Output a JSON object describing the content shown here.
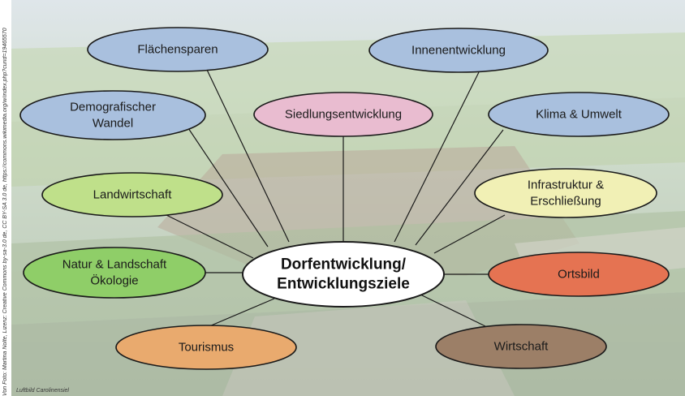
{
  "photo_credit": "Von Foto: Martina Nolte, Lizenz: Creative Commons by-sa-3.0 de, CC BY-SA 3.0 de, https://commons.wikimedia.org/w/index.php?curid=19465570",
  "image_caption": "Luftbild Carolinensiel",
  "center": {
    "lines": [
      "Dorfentwicklung/",
      "Entwicklungsziele"
    ]
  },
  "nodes": [
    {
      "id": "flaechensparen",
      "lines": [
        "Flächensparen"
      ],
      "color": "#a9c0de"
    },
    {
      "id": "innenentwicklung",
      "lines": [
        "Innenentwicklung"
      ],
      "color": "#a9c0de"
    },
    {
      "id": "demografischer-wandel",
      "lines": [
        "Demografischer",
        "Wandel"
      ],
      "color": "#a9c0de"
    },
    {
      "id": "siedlungsentwicklung",
      "lines": [
        "Siedlungsentwicklung"
      ],
      "color": "#e9bcd0"
    },
    {
      "id": "klima-umwelt",
      "lines": [
        "Klima & Umwelt"
      ],
      "color": "#a9c0de"
    },
    {
      "id": "landwirtschaft",
      "lines": [
        "Landwirtschaft"
      ],
      "color": "#bfe08a"
    },
    {
      "id": "infrastruktur",
      "lines": [
        "Infrastruktur &",
        "Erschließung"
      ],
      "color": "#f1f0b5"
    },
    {
      "id": "natur-landschaft",
      "lines": [
        "Natur & Landschaft",
        "Ökologie"
      ],
      "color": "#8fce68"
    },
    {
      "id": "ortsbild",
      "lines": [
        "Ortsbild"
      ],
      "color": "#e57352"
    },
    {
      "id": "tourismus",
      "lines": [
        "Tourismus"
      ],
      "color": "#e9aa6e"
    },
    {
      "id": "wirtschaft",
      "lines": [
        "Wirtschaft"
      ],
      "color": "#9c7f67"
    }
  ]
}
